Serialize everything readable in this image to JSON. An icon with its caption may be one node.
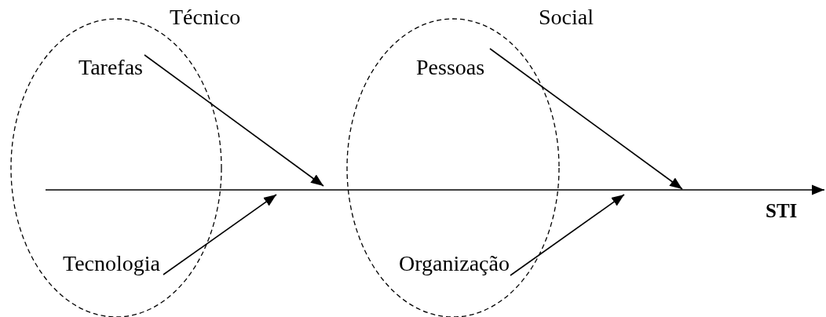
{
  "diagram": {
    "nodes": [
      {
        "text": [
          "Técnico"
        ]
      },
      {
        "text": [
          "Tarefas"
        ],
        "in": 0
      },
      {
        "text": [
          "Tecnologia"
        ],
        "in": 0
      },
      {
        "text": [
          "Social"
        ]
      },
      {
        "text": [
          "Pessoas"
        ],
        "in": 3
      },
      {
        "text": [
          "Organização"
        ],
        "in": 3
      },
      {
        "text": [
          "STI"
        ]
      }
    ],
    "edges": [
      {
        "from": 1,
        "to": null,
        "arrow": "to"
      },
      {
        "from": 2,
        "to": null,
        "arrow": "to"
      },
      {
        "from": 4,
        "to": null,
        "arrow": "to"
      },
      {
        "from": 5,
        "to": null,
        "arrow": "to"
      },
      {
        "from": null,
        "to": 6,
        "arrow": "to"
      }
    ]
  }
}
